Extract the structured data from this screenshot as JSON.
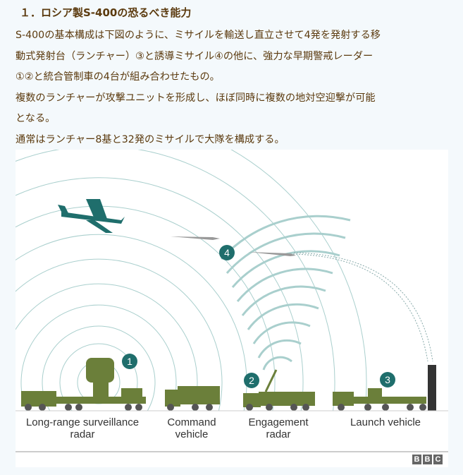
{
  "heading": "１．ロシア製S-400の恐るべき能力",
  "paragraph_lines": [
    "S-400の基本構成は下図のように、ミサイルを輸送し直立させて4発を発射する移",
    "動式発射台（ランチャー）③と誘導ミサイル④の他に、強力な早期警戒レーダー",
    "①②と統合管制車の4台が組み合わせたもの。",
    "複数のランチャーが攻撃ユニットを形成し、ほぼ同時に複数の地対空迎撃が可能",
    "となる。",
    "通常はランチャー8基と32発のミサイルで大隊を構成する。"
  ],
  "figure": {
    "markers": [
      "1",
      "2",
      "3",
      "4"
    ],
    "labels": {
      "surveillance_1": "Long-range surveillance",
      "surveillance_2": "radar",
      "command_1": "Command",
      "command_2": "vehicle",
      "engagement_1": "Engagement",
      "engagement_2": "radar",
      "launch": "Launch vehicle"
    },
    "credit": [
      "B",
      "B",
      "C"
    ],
    "colors": {
      "vehicle": "#6b7f3a",
      "marker": "#1f6e6c",
      "arc": "#9cc8c6"
    }
  }
}
